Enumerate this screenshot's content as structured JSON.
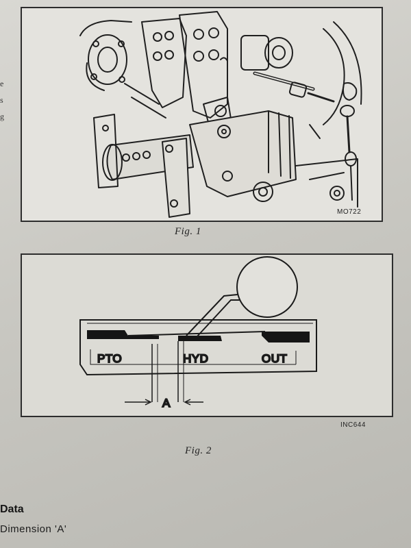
{
  "margin_fragments": [
    "e",
    "s",
    "g"
  ],
  "figure1": {
    "caption": "Fig. 1",
    "code": "MO722"
  },
  "figure2": {
    "caption": "Fig. 2",
    "code": "INC644",
    "labels": {
      "pto": "PTO",
      "hyd": "HYD",
      "out": "OUT",
      "dimension": "A"
    }
  },
  "data_section": {
    "heading": "Data",
    "line1": "Dimension 'A'"
  }
}
